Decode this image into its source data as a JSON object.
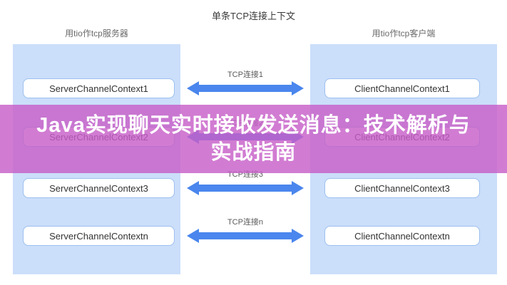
{
  "title": "单条TCP连接上下文",
  "server_section": {
    "header": "用tio作tcp服务器"
  },
  "client_section": {
    "header": "用tio作tcp客户端"
  },
  "rows": [
    {
      "server": "ServerChannelContext1",
      "connection": "TCP连接1",
      "client": "ClientChannelContext1"
    },
    {
      "server": "ServerChannelContext2",
      "connection": "TCP连接2",
      "client": "ClientChannelContext2"
    },
    {
      "server": "ServerChannelContext3",
      "connection": "TCP连接3",
      "client": "ClientChannelContext3"
    },
    {
      "server": "ServerChannelContextn",
      "connection": "TCP连接n",
      "client": "ClientChannelContextn"
    }
  ],
  "banner": {
    "line1": "Java实现聊天实时接收发送消息：技术解析与",
    "line2": "实战指南"
  },
  "colors": {
    "panel_blue": "#cbdefa",
    "arrow_blue": "#4a86ed",
    "box_border": "#9cc0ee",
    "banner_purple": "rgba(199,95,200,0.82)",
    "banner_text": "#ffffff"
  }
}
